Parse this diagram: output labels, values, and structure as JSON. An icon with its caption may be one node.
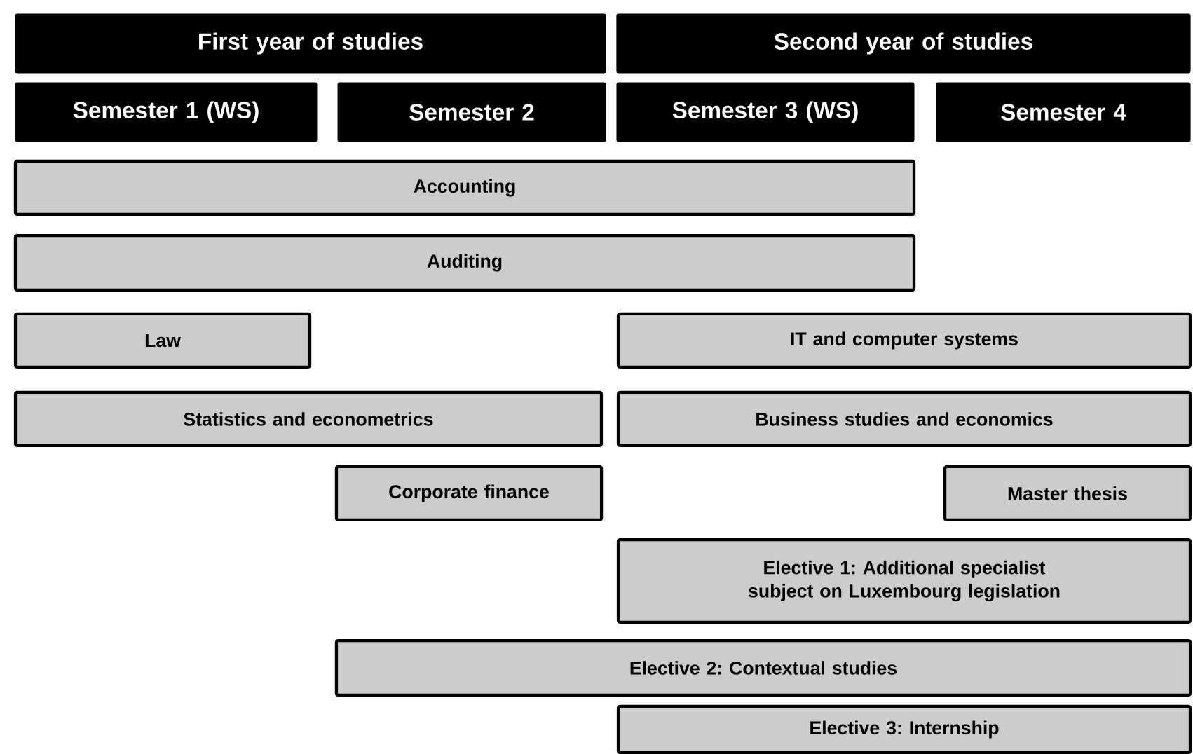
{
  "diagram": {
    "nodes": [
      {
        "text": [
          "First year of studies"
        ]
      },
      {
        "text": [
          "Second year of studies"
        ]
      },
      {
        "text": [
          "Semester 1 (WS)"
        ]
      },
      {
        "text": [
          "Semester 2"
        ]
      },
      {
        "text": [
          "Semester 3 (WS)"
        ]
      },
      {
        "text": [
          "Semester 4"
        ]
      },
      {
        "text": [
          "Accounting"
        ]
      },
      {
        "text": [
          "Auditing"
        ]
      },
      {
        "text": [
          "Law"
        ]
      },
      {
        "text": [
          "IT and computer systems"
        ]
      },
      {
        "text": [
          "Statistics and econometrics"
        ]
      },
      {
        "text": [
          "Business studies and economics"
        ]
      },
      {
        "text": [
          "Corporate finance"
        ]
      },
      {
        "text": [
          "Master thesis"
        ]
      },
      {
        "text": [
          "Elective 1: Additional specialist subject on Luxembourg legislation"
        ]
      },
      {
        "text": [
          "Elective 2: Contextual studies"
        ]
      },
      {
        "text": [
          "Elective 3: Internship"
        ]
      }
    ]
  }
}
